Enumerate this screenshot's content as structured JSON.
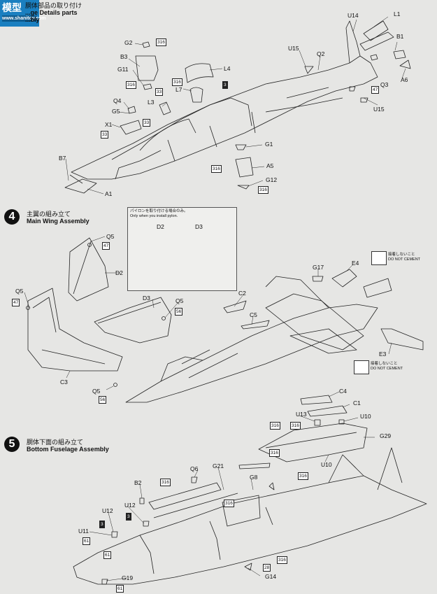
{
  "watermark": {
    "chars": "模型",
    "url": "www.shanitoy.com"
  },
  "step3": {
    "jp": "胴体部品の取り付け",
    "en": "...ge Details parts",
    "en2": "...bly"
  },
  "step4": {
    "num": "4",
    "jp": "主翼の組み立て",
    "en": "Main Wing Assembly"
  },
  "step5": {
    "num": "5",
    "jp": "胴体下面の組み立て",
    "en": "Bottom Fuselage Assembly"
  },
  "pylon_note": {
    "jp": "パイロンを取り付ける場合のみ。",
    "en": "Only when you install pylon."
  },
  "no_cement": {
    "jp": "接着しないこと",
    "en": "DO NOT CEMENT"
  },
  "colors": {
    "ink": "#222222",
    "paper": "#e6e6e4"
  },
  "parts": {
    "U14": "U14",
    "L1": "L1",
    "B1": "B1",
    "G2": "G2",
    "U15": "U15",
    "Q2": "Q2",
    "B3": "B3",
    "L4": "L4",
    "G11": "G11",
    "L7": "L7",
    "Q3": "Q3",
    "A6": "A6",
    "Q4": "Q4",
    "L3": "L3",
    "G5": "G5",
    "X1": "X1",
    "G1": "G1",
    "B7": "B7",
    "A5": "A5",
    "G12": "G12",
    "A1": "A1",
    "Q5": "Q5",
    "D2": "D2",
    "D3": "D3",
    "E4": "E4",
    "G17": "G17",
    "C2": "C2",
    "C5": "C5",
    "E3": "E3",
    "C3": "C3",
    "C4": "C4",
    "C1": "C1",
    "U13": "U13",
    "U10": "U10",
    "G29": "G29",
    "Q6": "Q6",
    "G21": "G21",
    "G8": "G8",
    "B2": "B2",
    "U12": "U12",
    "U11": "U11",
    "G19": "G19",
    "G14": "G14"
  },
  "paint": {
    "c316": "316",
    "c33": "33",
    "c3": "3",
    "c47": "47",
    "c56": "56",
    "c61": "61",
    "c28": "28"
  }
}
